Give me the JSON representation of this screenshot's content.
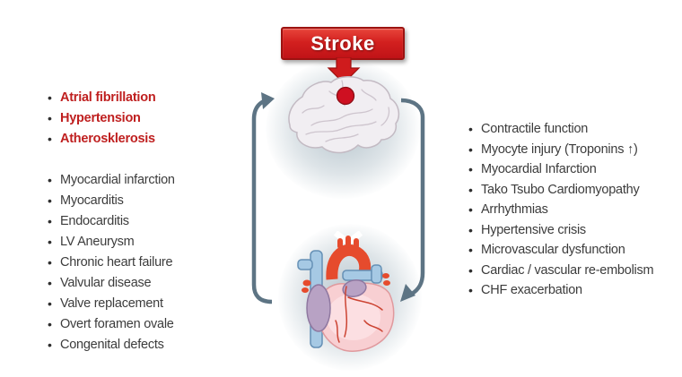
{
  "banner": {
    "label": "Stroke"
  },
  "left_list": {
    "highlighted": [
      "Atrial fibrillation",
      "Hypertension",
      "Atherosklerosis"
    ],
    "items": [
      "Myocardial infarction",
      "Myocarditis",
      "Endocarditis",
      "LV Aneurysm",
      "Chronic heart failure",
      "Valvular disease",
      "Valve replacement",
      "Overt foramen ovale",
      "Congenital defects"
    ]
  },
  "right_list": {
    "items": [
      "Contractile function",
      "Myocyte injury (Troponins ↑)",
      "Myocardial Infarction",
      "Tako Tsubo Cardiomyopathy",
      "Arrhythmias",
      "Hypertensive crisis",
      "Microvascular dysfunction",
      "Cardiac / vascular re-embolism",
      "CHF exacerbation"
    ]
  },
  "icons": {
    "brain": "brain-illustration",
    "heart": "heart-illustration",
    "stroke_arrow": "red-arrow-down",
    "left_cycle_arrow": "arrow-heart-to-brain",
    "right_cycle_arrow": "arrow-brain-to-heart"
  },
  "colors": {
    "banner_red": "#d3201f",
    "banner_border": "#9c1210",
    "highlight_text": "#bf1f1f",
    "body_text": "#3c3c3c",
    "cycle_arrow": "#5d7484",
    "stroke_spot": "#ce1021"
  }
}
